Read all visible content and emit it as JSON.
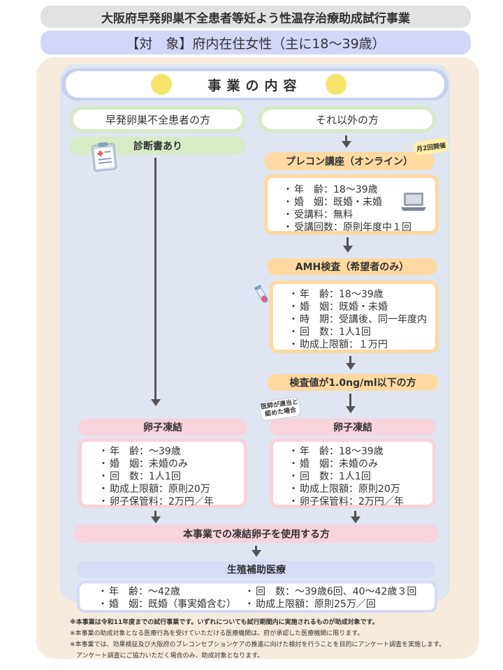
{
  "title": "大阪府早発卵巣不全患者等妊よう性温存治療助成試行事業",
  "target": "【対　象】府内在住女性（主に18～39歳）",
  "section_heading": "事業の内容",
  "left": {
    "header": "早発卵巣不全患者の方",
    "diagnosis": "診断書あり",
    "freeze_title": "卵子凍結",
    "freeze_items": [
      "年　齢：～39歳",
      "婚　姻：未婚のみ",
      "回　数：1人1回",
      "助成上限額：原則20万",
      "卵子保管料：2万円／年"
    ]
  },
  "right": {
    "header": "それ以外の方",
    "precon_title": "プレコン講座（オンライン）",
    "precon_note": "月2回開催",
    "precon_items": [
      "年　齢：18～39歳",
      "婚　姻：既婚・未婚",
      "受講料：無料",
      "受講回数：原則年度中１回"
    ],
    "amh_title": "AMH検査（希望者のみ）",
    "amh_items": [
      "年　齢：18～39歳",
      "婚　姻：既婚・未婚",
      "時　期：受講後、同一年度内",
      "回　数：1人1回",
      "助成上限額：１万円"
    ],
    "threshold": "検査値が1.0ng/ml以下の方",
    "doctor_note_line1": "医師が適当と",
    "doctor_note_line2": "認めた場合",
    "freeze_title": "卵子凍結",
    "freeze_items": [
      "年　齢：18～39歳",
      "婚　姻：未婚のみ",
      "回　数：1人1回",
      "助成上限額：原則20万",
      "卵子保管料：2万円／年"
    ]
  },
  "merge_label": "本事業での凍結卵子を使用する方",
  "art": {
    "title": "生殖補助医療",
    "items_left": [
      "年　齢：～42歳",
      "婚　姻：既婚（事実婚含む）"
    ],
    "items_right": [
      "回　数：～39歳6回、40～42歳３回",
      "助成上限額：原則25万／回"
    ]
  },
  "notes": [
    "※本事業は令和11年度までの試行事業です。いずれについても試行期間内に実施されるものが助成対象です。",
    "※本事業の助成対象となる医療行為を受けていただける医療機関は、府が承認した医療機関に限ります。",
    "※本事業では、効果検証及び大阪府のプレコンセプションケアの推進に向けた検討を行うことを目的にアンケート調査を実施します。",
    "　アンケート調査にご協力いただく場合のみ、助成対象となります。"
  ],
  "icons": [
    "clipboard-icon",
    "laptop-icon",
    "test-tube-icon"
  ],
  "colors": {
    "green": "#d6ebc6",
    "orange": "#ffd9a0",
    "pink": "#f7d3dc",
    "lavender": "#d6dbf6",
    "panel": "#dfe5f1",
    "outer": "#f6ebdd"
  }
}
